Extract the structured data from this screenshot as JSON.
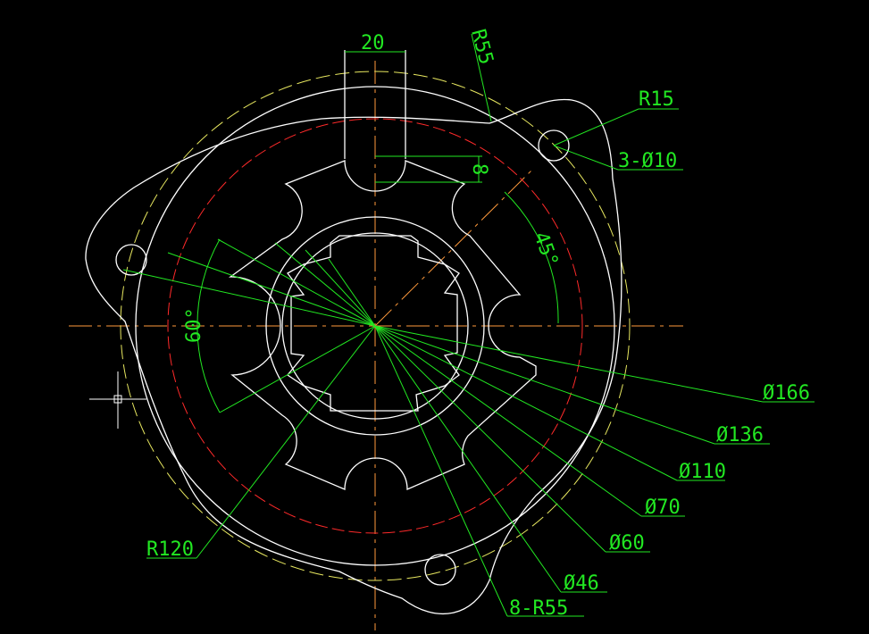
{
  "colors": {
    "background": "#000000",
    "outline": "#ffffff",
    "dimension": "#22e822",
    "center_line": "#ff9a3c",
    "pitch_circle": "#ff2a2a",
    "construction_circle": "#e8e860"
  },
  "labels": {
    "width_top": "20",
    "radius_arc": "R55",
    "lug_radius": "R15",
    "lug_holes": "3-Ø10",
    "slot_depth": "8",
    "angle_45": "45°",
    "angle_60": "60°",
    "dia_166": "Ø166",
    "dia_136": "Ø136",
    "dia_110": "Ø110",
    "dia_70": "Ø70",
    "dia_60": "Ø60",
    "dia_46": "Ø46",
    "notches": "8-R55",
    "outer_radius": "R120"
  },
  "icons": {
    "cursor": "crosshair-cursor-icon"
  }
}
